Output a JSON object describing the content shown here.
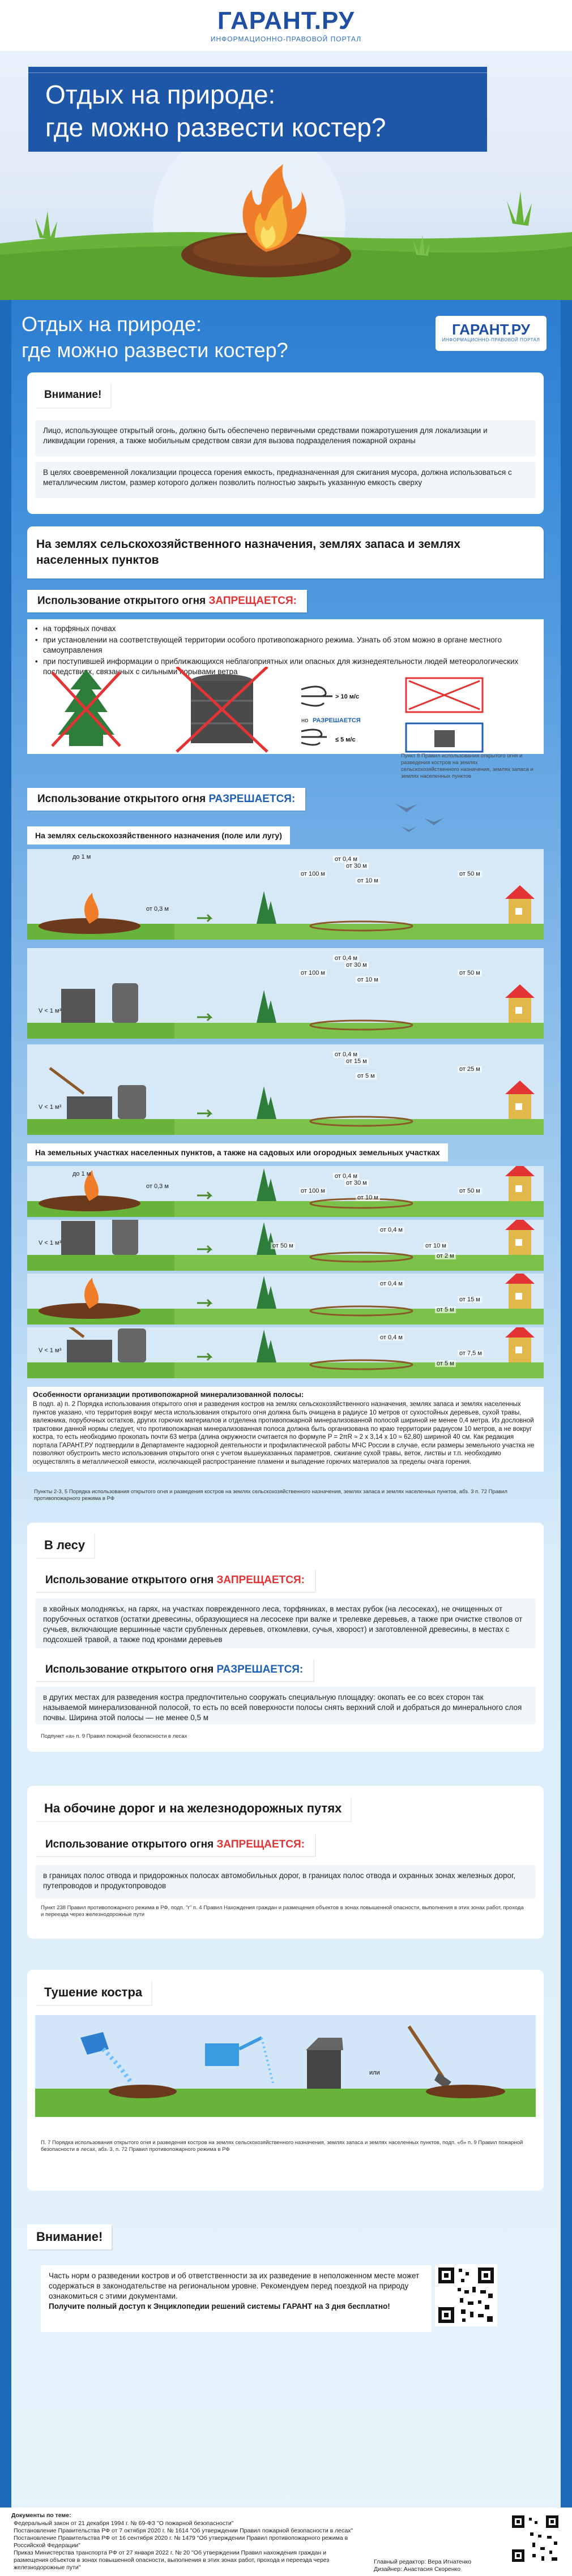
{
  "logo": {
    "name": "ГАРАНТ.РУ",
    "tagline": "ИНФОРМАЦИОННО-ПРАВОВОЙ ПОРТАЛ"
  },
  "hero": {
    "title_line1": "Отдых на природе:",
    "title_line2": "где можно развести костер?"
  },
  "main": {
    "title_line1": "Отдых на природе:",
    "title_line2": "где можно развести костер?",
    "badge_name": "ГАРАНТ.РУ",
    "badge_tagline": "ИНФОРМАЦИОННО-ПРАВОВОЙ ПОРТАЛ"
  },
  "attention": {
    "heading": "Внимание!",
    "p1": "Лицо, использующее открытый огонь, должно быть обеспечено первичными средствами пожаротушения для локализации и ликвидации горения, а также мобильным средством связи для вызова подразделения пожарной охраны",
    "p2": "В целях своевременной локализации процесса горения емкость, предназначенная для сжигания мусора, должна использоваться с металлическим листом, размер которого должен позволить полностью закрыть указанную емкость сверху"
  },
  "agri": {
    "heading": "На землях сельскохозяйственного назначения, землях запаса и землях населенных пунктов",
    "forbidden_prefix": "Использование открытого огня ",
    "forbidden_word": "ЗАПРЕЩАЕТСЯ:",
    "bullets": [
      "на торфяных почвах",
      "при установлении на соответствующей территории особого противопожарного режима. Узнать об этом можно в органе местного самоуправления",
      "при поступившей информации о приближающихся неблагоприятных или опасных для жизнедеятельности людей метеорологических последствиях, связанных с сильными порывами ветра"
    ],
    "wind_high": "> 10 м/с",
    "allowed_word_small": "РАЗРЕШАЕТСЯ",
    "not_prefix": "но",
    "wind_low": "≤ 5 м/с",
    "wind_note": "Пункт 8 Правил использования открытого огня и разведения костров на землях сельскохозяйственного назначения, землях запаса и землях населенных пунктов",
    "allowed_prefix": "Использование открытого огня ",
    "allowed_word": "РАЗРЕШАЕТСЯ:",
    "field_label": "На землях сельскохозяйственного назначения (поле или лугу)",
    "settlement_label": "На земельных участках населенных пунктов, а также на садовых или огородных земельных участках"
  },
  "dims": {
    "pit_w": "до 1 м",
    "pit_d": "от 0,3 м",
    "vol": "V < 1 м³",
    "d04": "от 0,4 м",
    "d10": "от 10 м",
    "d30": "от 30 м",
    "d50": "от 50 м",
    "d100": "от 100 м",
    "d15": "от 15 м",
    "d25": "от 25 м",
    "d5": "от 5 м",
    "d2": "от 2 м",
    "d75": "от 7,5 м"
  },
  "mineral": {
    "heading": "Особенности организации противопожарной минерализованной полосы:",
    "text": "В подп. а) п. 2 Порядка использования открытого огня и разведения костров на землях сельскохозяйственного назначения, землях запаса и землях населенных пунктов указано, что территория вокруг места использования открытого огня должна быть очищена в радиусе 10 метров от сухостойных деревьев, сухой травы, валежника, порубочных остатков, других горючих материалов и отделена противопожарной минерализованной полосой шириной не менее 0,4 метра. Из дословной трактовки данной нормы следует, что противопожарная минерализованная полоса должна быть организована по краю территории радиусом 10 метров, а не вокруг костра, то есть необходимо прокопать почти 63 метра (длина окружности считается по формуле P = 2πR ≈ 2 x 3,14 x 10 ≈ 62,80) шириной 40 см. Как редакция портала ГАРАНТ.РУ подтвердили в Департаменте надзорной деятельности и профилактической работы МЧС России в случае, если размеры земельного участка не позволяют обустроить место использования открытого огня с учетом вышеуказанных параметров, сжигание сухой травы, веток, листвы и т.п. необходимо осуществлять в металлической емкости, исключающей распространение пламени и выпадение горючих материалов за пределы очага горения.",
    "note": "Пункты 2-3, 5 Порядка использования открытого огня и разведения костров на землях сельскохозяйственного назначения, землях запаса и землях населенных пунктов, абз. 3 п. 72 Правил противопожарного режима в РФ"
  },
  "forest": {
    "heading": "В лесу",
    "forbidden_prefix": "Использование открытого огня ",
    "forbidden_word": "ЗАПРЕЩАЕТСЯ:",
    "forbidden_text": "в хвойных молоднякъх, на гарях, на участках поврежденного леса, торфяниках, в местах рубок (на лесосеках), не очищенных от порубочных остатков (остатки древесины, образующиеся на лесосеке при валке и трелевке деревьев, а также при очистке стволов от сучьев, включающие вершинные части срубленных деревьев, откомлевки, сучья, хворост) и заготовленной древесины, в местах с подсохшей травой, а также под кронами деревьев",
    "allowed_prefix": "Использование открытого огня ",
    "allowed_word": "РАЗРЕШАЕТСЯ:",
    "allowed_text": "в других местах для разведения костра предпочтительно сооружать специальную площадку: окопать ее со всех сторон так называемой минерализованной полосой, то есть по всей поверхности полосы снять верхний слой и добраться до минерального слоя почвы. Ширина этой полосы — не менее 0,5 м",
    "note": "Подпункт «а» п. 9 Правил пожарной безопасности в лесах"
  },
  "roads": {
    "heading": "На обочине дорог и на железнодорожных путях",
    "forbidden_prefix": "Использование открытого огня ",
    "forbidden_word": "ЗАПРЕЩАЕТСЯ:",
    "text": "в границах полос отвода и придорожных полосах автомобильных дорог, в границах полос отвода и охранных зонах железных дорог, путепроводов и продуктопроводов",
    "note": "Пункт 238 Правил противопожарного режима в РФ, подп. \"г\" п. 4 Правил Нахождения граждан и размещения объектов в зонах повышенной опасности, выполнения в этих зонах работ, прохода и переезда через железнодорожные пути"
  },
  "extinguish": {
    "heading": "Тушение костра",
    "or": "или",
    "note": "П. 7 Порядка использования открытого огня и разведения костров на землях сельскохозяйственного назначения, землях запаса и землях населенных пунктов, подп. «б» п. 9 Правил пожарной безопасности в лесах, абз. 3, п. 72 Правил противопожарного режима в РФ"
  },
  "final": {
    "heading": "Внимание!",
    "text": "Часть норм о разведении костров и об ответственности за их разведение в неположенном месте может содержаться в законодательстве на региональном уровне. Рекомендуем перед поездкой на природу ознакомиться с этими документами.",
    "bold": "Получите полный доступ к Энциклопедии решений системы ГАРАНТ на 3 дня бесплатно!"
  },
  "docs": {
    "title": "Документы по теме:",
    "items": [
      "Федеральный закон от 21 декабря 1994 г. № 69-ФЗ \"О пожарной безопасности\"",
      "Постановление Правительства РФ от 7 октября 2020 г. № 1614 \"Об утверждении Правил пожарной безопасности в лесах\"",
      "Постановление Правительства РФ от 16 сентября 2020 г. № 1479 \"Об утверждении Правил противопожарного режима в Российской Федерации\"",
      "Приказ Министерства транспорта РФ от 27 января 2022 г. № 20 \"Об утверждении Правил нахождения граждан и размещения объектов в зонах повышенной опасности, выполнения в этих зонах работ, прохода и переезда через железнодорожные пути\""
    ],
    "credit1": "Главный редактор: Вера Игнатенко",
    "credit2": "Дизайнер: Анастасия Скоренко"
  }
}
